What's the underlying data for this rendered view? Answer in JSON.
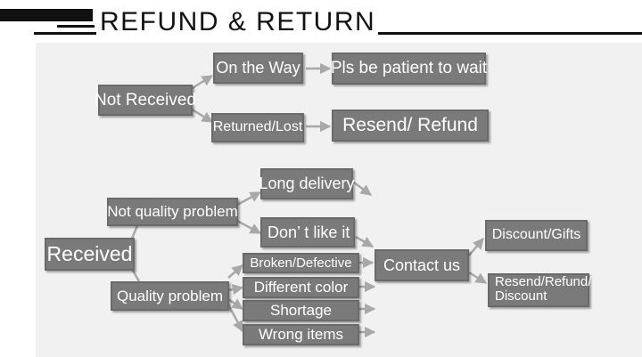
{
  "header": {
    "title": "REFUND & RETURN"
  },
  "nodes": {
    "not_received": "Not Received",
    "on_the_way": "On the Way",
    "pls_wait": "Pls be patient to wait",
    "returned_lost": "Returned/Lost",
    "resend_refund": "Resend/ Refund",
    "received": "Received",
    "not_quality_problem": "Not quality problem",
    "long_delivery": "Long delivery",
    "dont_like_it": "Don’ t like it",
    "quality_problem": "Quality problem",
    "broken_defective": "Broken/Defective",
    "different_color": "Different color",
    "shortage": "Shortage",
    "wrong_items": "Wrong items",
    "contact_us": "Contact us",
    "discount_gifts": "Discount/Gifts",
    "resend_refund_discount_1": "Resend/Refund/",
    "resend_refund_discount_2": "Discount"
  },
  "colors": {
    "box_fill": "#7a7a7a",
    "box_text": "#ffffff",
    "arrow": "#a8a8a8",
    "panel": "#f1f1f1",
    "header": "#111111"
  }
}
